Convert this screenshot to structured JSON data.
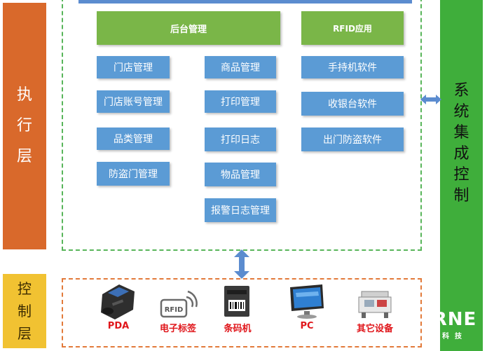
{
  "labels": {
    "execution_layer": [
      "执",
      "行",
      "层"
    ],
    "control_layer": [
      "控",
      "制",
      "层"
    ],
    "system_integration": [
      "系",
      "统",
      "集",
      "成",
      "控",
      "制"
    ]
  },
  "backend": {
    "title": "后台管理",
    "left_column": [
      "门店管理",
      "门店账号管理",
      "品类管理",
      "防盗门管理"
    ],
    "right_column": [
      "商品管理",
      "打印管理",
      "打印日志",
      "物品管理",
      "报警日志管理"
    ]
  },
  "rfid": {
    "title": "RFID应用",
    "items": [
      "手持机软件",
      "收银台软件",
      "出门防盗软件"
    ]
  },
  "devices": [
    {
      "label": "PDA",
      "icon": "pda-icon"
    },
    {
      "label": "电子标签",
      "icon": "rfid-tag-icon"
    },
    {
      "label": "条码机",
      "icon": "barcode-printer-icon"
    },
    {
      "label": "PC",
      "icon": "pc-monitor-icon"
    },
    {
      "label": "其它设备",
      "icon": "machine-icon"
    }
  ],
  "logo": {
    "mark": "RNE",
    "sub": "科技"
  },
  "colors": {
    "exec_label": "#d9692b",
    "ctrl_label": "#f1c232",
    "system_band": "#3fae3b",
    "green_header": "#7ab648",
    "blue_box": "#5b9bd5",
    "device_label": "#e0161b"
  }
}
